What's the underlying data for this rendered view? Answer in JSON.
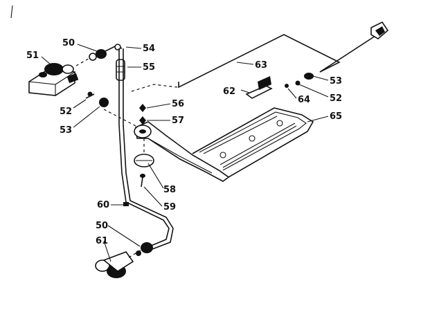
{
  "callouts": [
    {
      "id": "50a",
      "text": "50"
    },
    {
      "id": "54",
      "text": "54"
    },
    {
      "id": "51",
      "text": "51"
    },
    {
      "id": "55",
      "text": "55"
    },
    {
      "id": "63",
      "text": "63"
    },
    {
      "id": "53a",
      "text": "53"
    },
    {
      "id": "62",
      "text": "62"
    },
    {
      "id": "52a",
      "text": "52"
    },
    {
      "id": "64",
      "text": "64"
    },
    {
      "id": "52b",
      "text": "52"
    },
    {
      "id": "56",
      "text": "56"
    },
    {
      "id": "53b",
      "text": "53"
    },
    {
      "id": "57",
      "text": "57"
    },
    {
      "id": "65",
      "text": "65"
    },
    {
      "id": "58",
      "text": "58"
    },
    {
      "id": "59",
      "text": "59"
    },
    {
      "id": "60",
      "text": "60"
    },
    {
      "id": "50b",
      "text": "50"
    },
    {
      "id": "61",
      "text": "61"
    }
  ]
}
